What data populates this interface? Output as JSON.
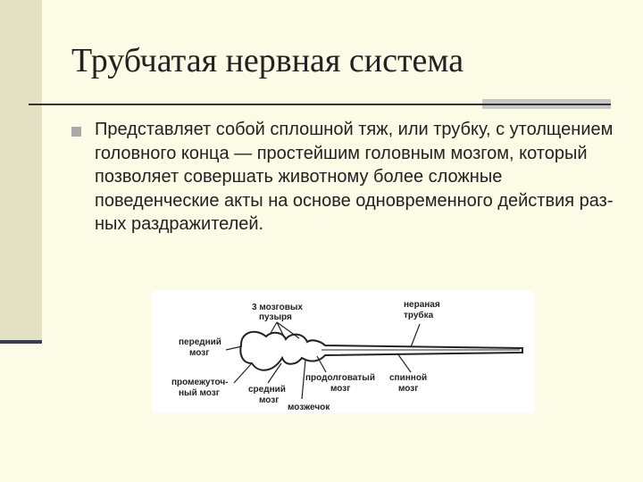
{
  "slide": {
    "title": "Трубчатая нервная система",
    "bullet_text": "Представляет собой сплошной тяж, или трубку, с утолщением головного конца — простейшим головным мозгом, который позволяет совершать животному более сложные поведенческие акты на основе одновременного действия раз-ных раздражителей."
  },
  "diagram": {
    "labels": {
      "bubbles_1": "3 мозговых",
      "bubbles_2": "пузыря",
      "tube_1": "нерaная",
      "tube_2": "трубка",
      "forebrain_1": "передний",
      "forebrain_2": "мозг",
      "inter_1": "промежуточ-",
      "inter_2": "ный мозг",
      "mid_1": "средний",
      "mid_2": "мозг",
      "medulla_1": "продолговатый",
      "medulla_2": "мозг",
      "spinal_1": "спинной",
      "spinal_2": "мозг",
      "cerebellum": "мозжечок"
    }
  }
}
